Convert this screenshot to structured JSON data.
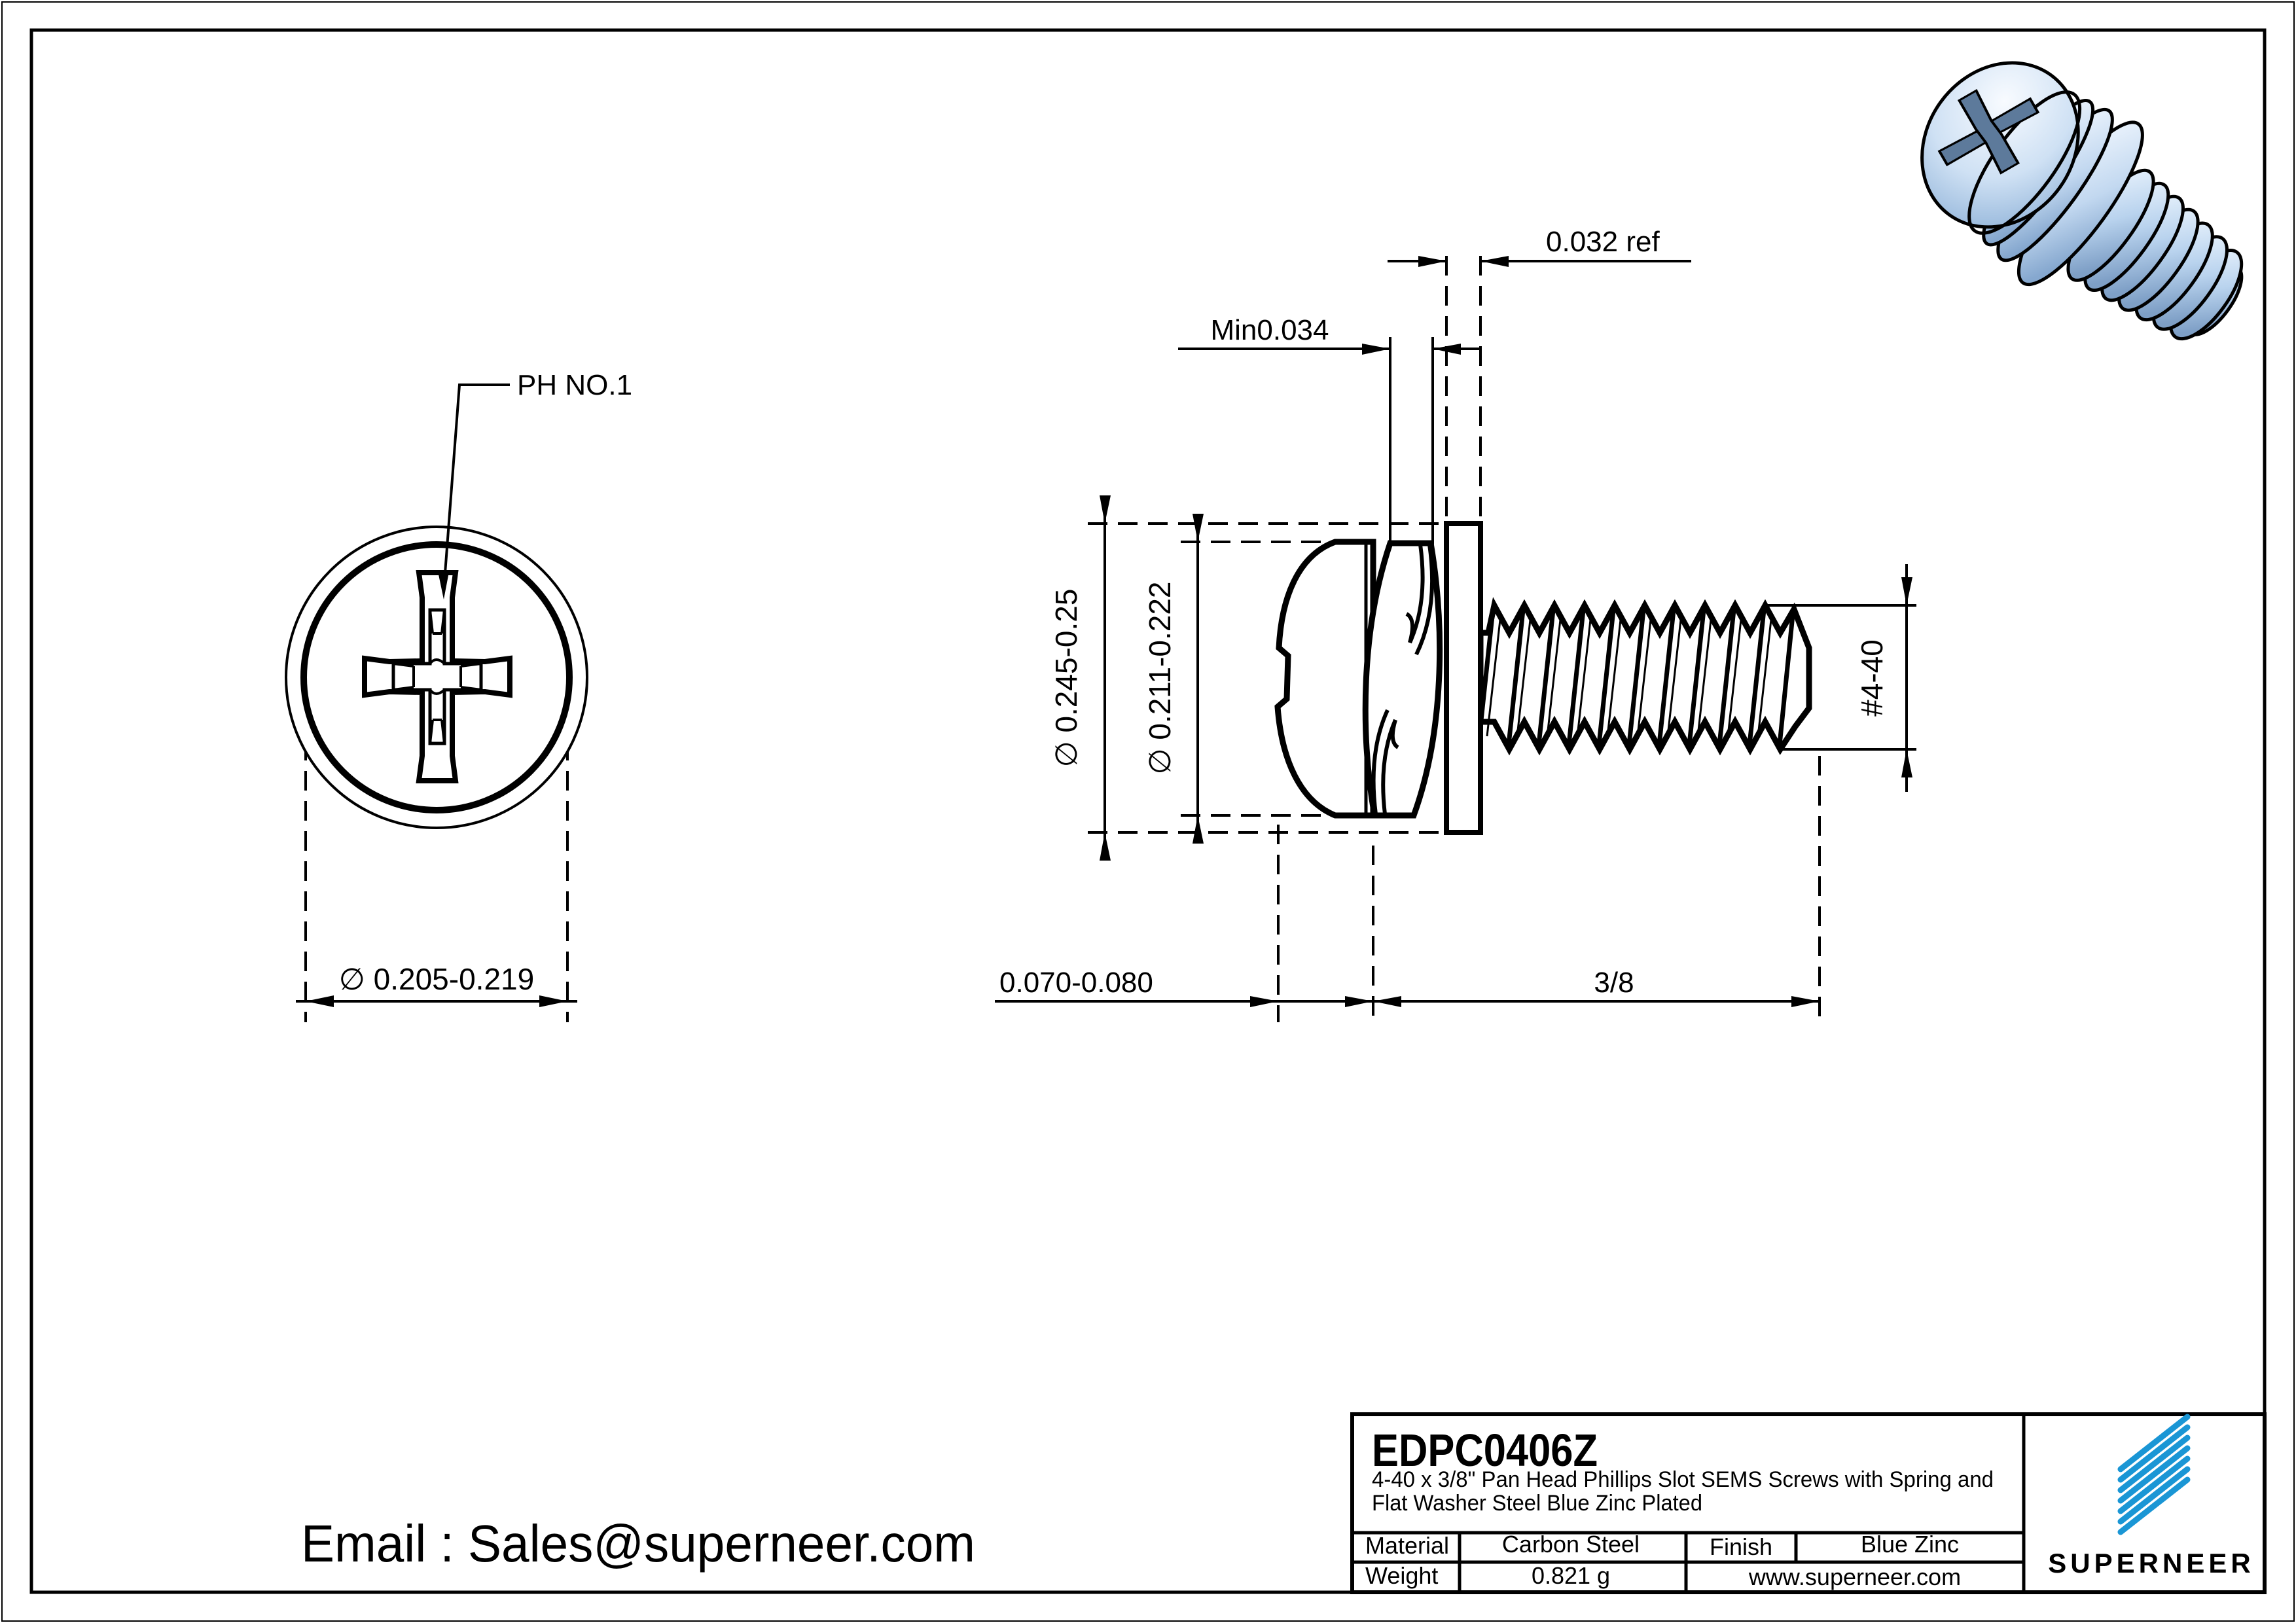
{
  "drawing": {
    "front_view": {
      "drive_label": "PH NO.1",
      "head_diameter": "∅ 0.205-0.219"
    },
    "side_view": {
      "flat_washer_thickness": "0.032 ref",
      "spring_washer_thickness": "Min0.034",
      "flat_washer_od": "∅ 0.245-0.25",
      "head_od": "∅ 0.211-0.222",
      "thread_spec": "#4-40",
      "head_height": "0.070-0.080",
      "thread_length": "3/8"
    }
  },
  "footer": {
    "email": "Email : Sales@superneer.com"
  },
  "title_block": {
    "part_number": "EDPC0406Z",
    "description_line1": "4-40 x 3/8\" Pan Head Phillips Slot SEMS Screws with Spring and",
    "description_line2": "Flat Washer Steel Blue Zinc Plated",
    "material_label": "Material",
    "material_value": "Carbon Steel",
    "finish_label": "Finish",
    "finish_value": "Blue Zinc",
    "weight_label": "Weight",
    "weight_value": "0.821 g",
    "website": "www.superneer.com",
    "brand_name": "SUPERNEER"
  },
  "colors": {
    "line": "#000000",
    "brand_blue": "#1a96d5",
    "link_blue": "#1f7fd4",
    "screw_light": "#eef6fe",
    "screw_mid": "#b9d3ee",
    "screw_dark": "#7e9fc6",
    "screw_slot": "#5d7a9b"
  }
}
